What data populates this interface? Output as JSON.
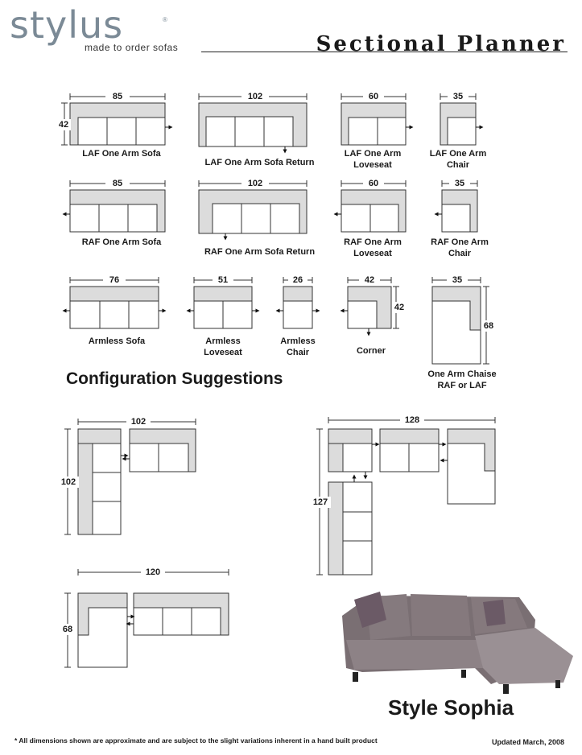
{
  "header": {
    "logo_text": "stylus",
    "trademark": "®",
    "tagline": "made to order sofas",
    "title": "Sectional Planner"
  },
  "pieces": {
    "laf_sofa": {
      "dim": "85",
      "depth": "42",
      "label": "LAF One Arm Sofa"
    },
    "laf_sofa_return": {
      "dim": "102",
      "label": "LAF One Arm Sofa Return"
    },
    "laf_loveseat": {
      "dim": "60",
      "label": "LAF One Arm Loveseat"
    },
    "laf_chair": {
      "dim": "35",
      "label": "LAF One Arm Chair"
    },
    "raf_sofa": {
      "dim": "85",
      "label": "RAF One Arm Sofa"
    },
    "raf_sofa_return": {
      "dim": "102",
      "label": "RAF One Arm Sofa Return"
    },
    "raf_loveseat": {
      "dim": "60",
      "label": "RAF One Arm Loveseat"
    },
    "raf_chair": {
      "dim": "35",
      "label": "RAF One Arm Chair"
    },
    "armless_sofa": {
      "dim": "76",
      "label": "Armless Sofa"
    },
    "armless_loveseat": {
      "dim": "51",
      "label": "Armless Loveseat"
    },
    "armless_chair": {
      "dim": "26",
      "label": "Armless Chair"
    },
    "corner": {
      "dim": "42",
      "depth": "42",
      "label": "Corner"
    },
    "chaise": {
      "dim": "35",
      "depth": "68",
      "label": "One Arm Chaise RAF or LAF"
    }
  },
  "section_title": "Configuration Suggestions",
  "configs": {
    "c1": {
      "width": "102",
      "height": "102"
    },
    "c2": {
      "width": "128",
      "height": "127"
    },
    "c3": {
      "width": "120",
      "height": "68"
    }
  },
  "style_name": "Style Sophia",
  "footer": {
    "disclaimer": "* All dimensions shown are approximate and are subject to the slight variations inherent in a hand built product",
    "updated": "Updated March, 2008"
  },
  "colors": {
    "fill": "#dcdcdc",
    "stroke": "#333333",
    "sofa": "#8a7f83"
  }
}
